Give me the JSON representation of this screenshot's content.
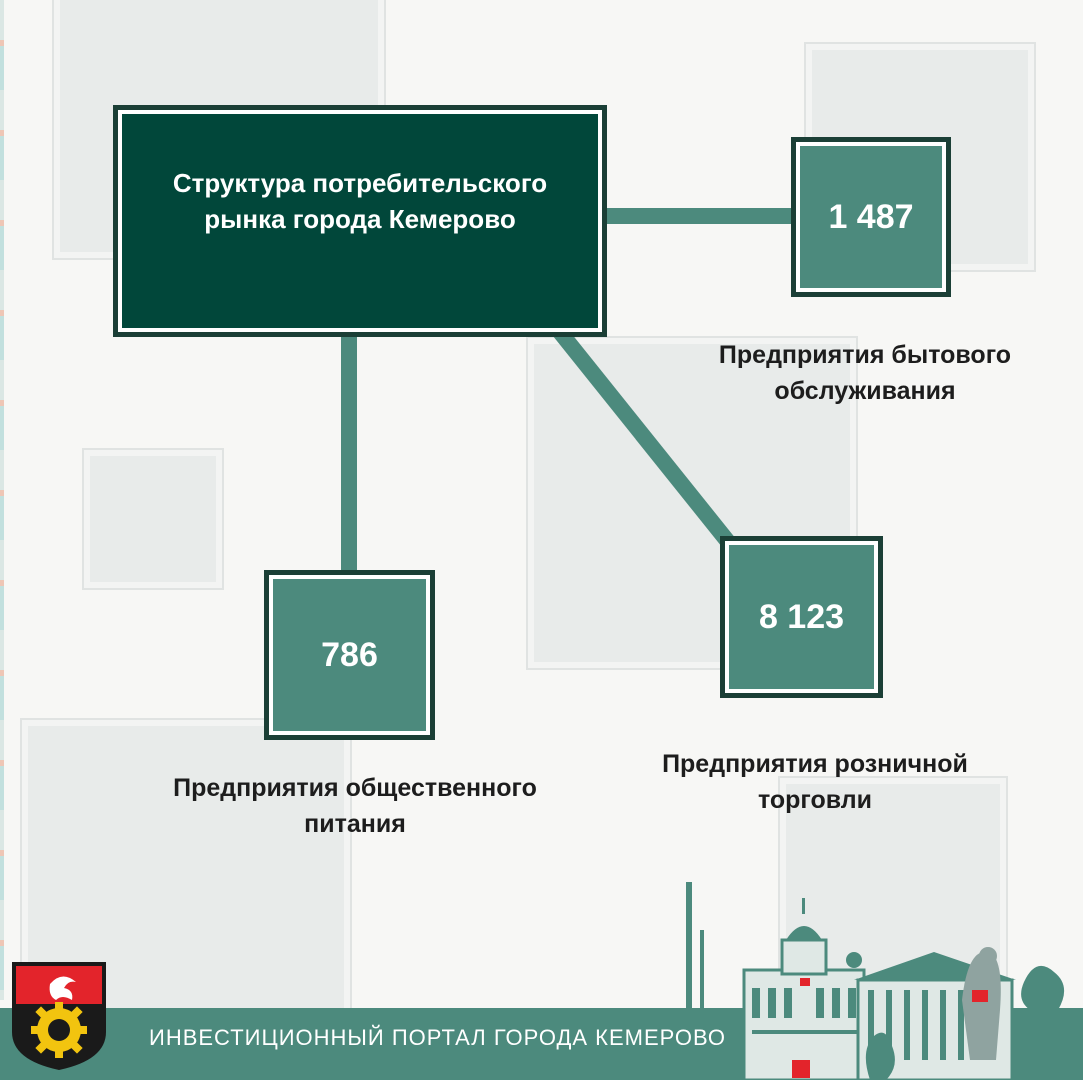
{
  "diagram": {
    "title": "Структура потребительского рынка города Кемерово",
    "nodes": [
      {
        "id": "services",
        "value": "1 487",
        "label": "Предприятия бытового обслуживания"
      },
      {
        "id": "retail",
        "value": "8 123",
        "label": "Предприятия розничной торговли"
      },
      {
        "id": "catering",
        "value": "786",
        "label": "Предприятия общественного питания"
      }
    ]
  },
  "footer": {
    "text": "ИНВЕСТИЦИОННЫЙ ПОРТАЛ ГОРОДА КЕМЕРОВО"
  },
  "colors": {
    "main_box": "#01473a",
    "number_box": "#4c8a7d",
    "connector": "#4c8a7d",
    "footer": "#4c8a7d",
    "emblem_red": "#e3242b",
    "emblem_yellow": "#f2c40f"
  },
  "icons": {
    "emblem": "kemerovo-coat-of-arms-icon",
    "skyline": "city-skyline-icon"
  }
}
